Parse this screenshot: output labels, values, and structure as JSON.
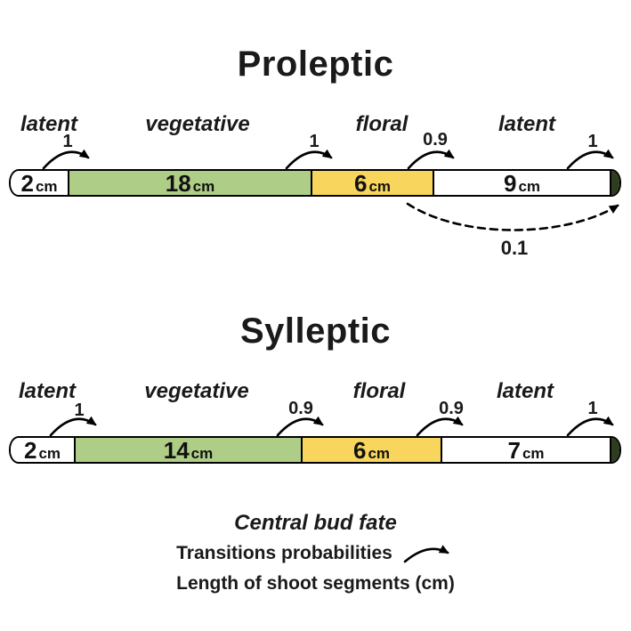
{
  "figure": {
    "proleptic": {
      "title": "Proleptic",
      "states": [
        "latent",
        "vegetative",
        "floral",
        "latent"
      ],
      "transitions": [
        "1",
        "1",
        "0.9",
        "1"
      ],
      "skip_transition": "0.1",
      "segments": [
        {
          "value": "2",
          "unit": "cm",
          "state": "latent"
        },
        {
          "value": "18",
          "unit": "cm",
          "state": "vegetative"
        },
        {
          "value": "6",
          "unit": "cm",
          "state": "floral"
        },
        {
          "value": "9",
          "unit": "cm",
          "state": "latent"
        }
      ]
    },
    "sylleptic": {
      "title": "Sylleptic",
      "states": [
        "latent",
        "vegetative",
        "floral",
        "latent"
      ],
      "transitions": [
        "1",
        "0.9",
        "0.9",
        "1"
      ],
      "segments": [
        {
          "value": "2",
          "unit": "cm",
          "state": "latent"
        },
        {
          "value": "14",
          "unit": "cm",
          "state": "vegetative"
        },
        {
          "value": "6",
          "unit": "cm",
          "state": "floral"
        },
        {
          "value": "7",
          "unit": "cm",
          "state": "latent"
        }
      ]
    },
    "legend": {
      "title": "Central bud fate",
      "transitions_label": "Transitions probabilities",
      "lengths_label": "Length of shoot segments (cm)"
    },
    "colors": {
      "latent_segment": "#ffffff",
      "vegetative_segment": "#aecd86",
      "floral_segment": "#f8d55c",
      "apex_tip": "#2e3d20",
      "outline": "#000000"
    }
  }
}
